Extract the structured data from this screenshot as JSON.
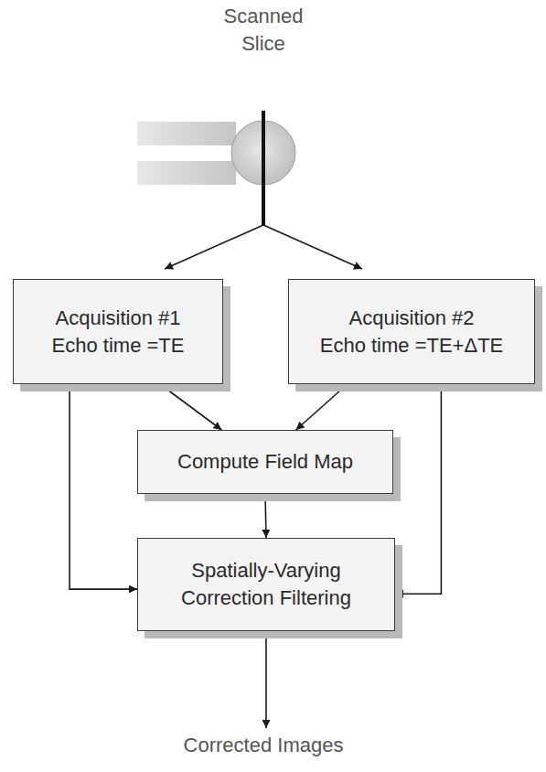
{
  "diagram": {
    "nodes": [
      {
        "text": [
          "Acquisition #1",
          "Echo time =TE"
        ]
      },
      {
        "text": [
          "Acquisition #2",
          "Echo time =TE+ΔTE"
        ]
      },
      {
        "text": [
          "Compute Field Map"
        ]
      },
      {
        "text": [
          "Spatially-Varying Correction Filtering"
        ]
      }
    ],
    "edges": [
      {
        "from": 0,
        "to": 2,
        "arrow": "to"
      },
      {
        "from": 0,
        "to": 3,
        "arrow": "to"
      },
      {
        "from": 1,
        "to": 2,
        "arrow": "to"
      },
      {
        "from": 1,
        "to": 3,
        "arrow": "to"
      },
      {
        "from": 2,
        "to": 3,
        "arrow": "to"
      }
    ],
    "labels": [
      "Scanned Slice",
      "Corrected Images"
    ]
  }
}
